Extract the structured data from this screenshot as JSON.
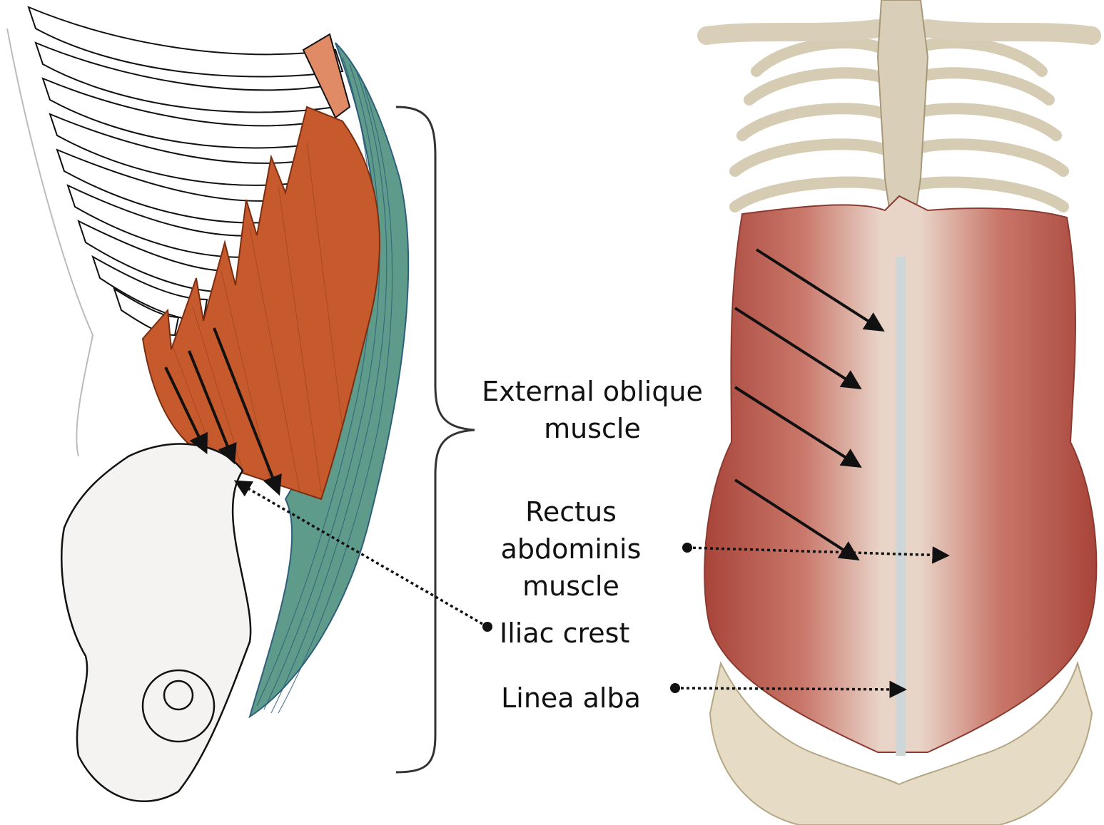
{
  "labels": {
    "external_oblique": [
      "External oblique",
      "muscle"
    ],
    "rectus_abdominis": [
      "Rectus",
      "abdominis",
      "muscle"
    ],
    "iliac_crest": "Iliac crest",
    "linea_alba": "Linea alba"
  },
  "colors": {
    "muscle_orange": "#c65a2c",
    "aponeurosis_green": "#5f9b8a",
    "bone": "#ece3cf",
    "muscle_red": "#b85a4f",
    "line": "#111111"
  }
}
